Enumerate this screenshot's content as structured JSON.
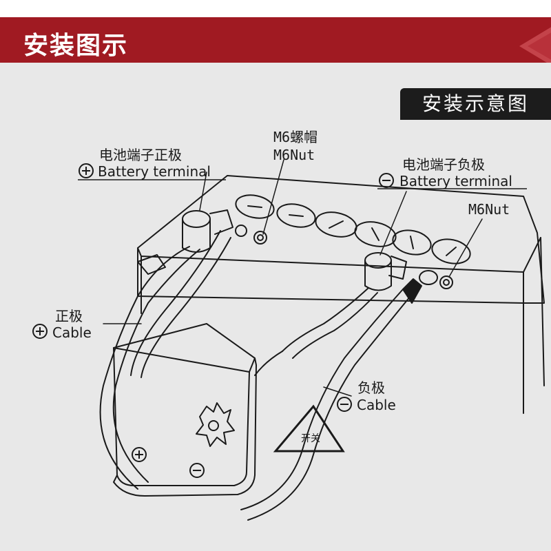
{
  "header": {
    "title": "安装图示",
    "accent_color": "#a01a22"
  },
  "sublabel": "安装示意图",
  "labels": {
    "pos_terminal_cn": "电池端子正极",
    "pos_terminal_en": "Battery terminal",
    "m6_nut_cn": "M6螺帽",
    "m6_nut_en": "M6Nut",
    "neg_terminal_cn": "电池端子负极",
    "neg_terminal_en": "Battery terminal",
    "m6_nut_right": "M6Nut",
    "pos_cable_cn": "正极",
    "pos_cable_en": "Cable",
    "neg_cable_cn": "负极",
    "neg_cable_en": "Cable",
    "switch": "开关"
  },
  "icons": {
    "plus": "plus-circle-icon",
    "minus": "minus-circle-icon"
  }
}
